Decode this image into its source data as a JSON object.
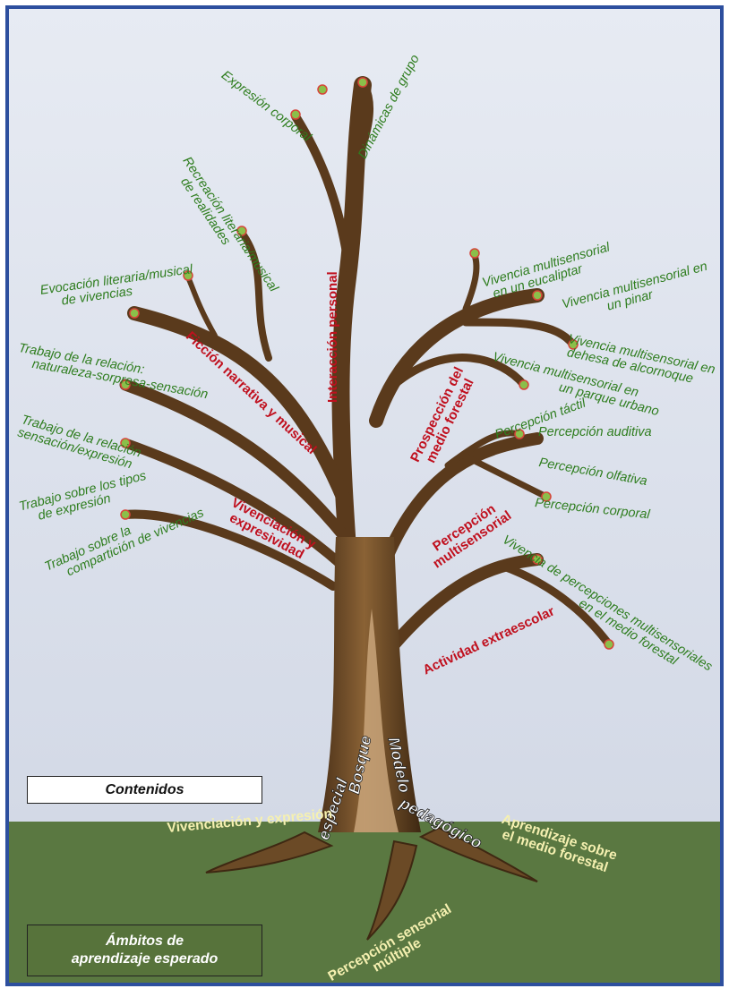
{
  "colors": {
    "sky": "#dfe4ef",
    "ground": "#5a7841",
    "frame": "#2d4f9e",
    "bark": "#6b4a26",
    "bark_light": "#c9a57a",
    "leaf_text": "#2e7d1e",
    "branch_text": "#c0101e",
    "root_text": "#f5f0b0"
  },
  "boxes": {
    "contenidos": "Contenidos",
    "ambitos_line1": "Ámbitos de",
    "ambitos_line2": "aprendizaje esperado"
  },
  "trunk_labels": {
    "bosque": "Bosque",
    "especial": "especial",
    "modelo": "Modelo",
    "pedagogico": "pedagógico"
  },
  "branch_labels": {
    "interaccion": "Interacción personal",
    "ficcion": "Ficción narrativa y musical",
    "vivenciacion_1": "Vivenciación y",
    "vivenciacion_2": "expresividad",
    "prospeccion_1": "Prospección del",
    "prospeccion_2": "medio forestal",
    "percepcion_1": "Percepción",
    "percepcion_2": "multisensorial",
    "actividad": "Actividad extraescolar"
  },
  "leaf_labels": {
    "expresion_corporal": "Expresión corporal",
    "dinamicas": "Dinámicas de grupo",
    "recreacion_1": "Recreación literaria/musical",
    "recreacion_2": "de realidades",
    "evocacion_1": "Evocación literaria/musical",
    "evocacion_2": "de vivencias",
    "relacion_nat_1": "Trabajo de la relación:",
    "relacion_nat_2": "naturaleza-sorpresa-sensación",
    "relacion_sens_1": "Trabajo de la relación",
    "relacion_sens_2": "sensación/expresión",
    "tipos_1": "Trabajo sobre los tipos",
    "tipos_2": "de expresión",
    "compartir_1": "Trabajo sobre la",
    "compartir_2": "compartición de vivencias",
    "eucaliptar_1": "Vivencia multisensorial",
    "eucaliptar_2": "en un eucaliptar",
    "pinar_1": "Vivencia multisensorial en",
    "pinar_2": "un pinar",
    "alcornoque_1": "Vivencia multisensorial en",
    "alcornoque_2": "dehesa de alcornoque",
    "parque_1": "Vivencia multisensorial en",
    "parque_2": "un parque urbano",
    "tactil": "Percepción táctil",
    "auditiva": "Percepción auditiva",
    "olfativa": "Percepción olfativa",
    "corporal": "Percepción corporal",
    "medio_1": "Vivencia de percepciones multisensoriales",
    "medio_2": "en el medio forestal"
  },
  "root_labels": {
    "vivenciacion": "Vivenciación y expresión",
    "aprendizaje_1": "Aprendizaje sobre",
    "aprendizaje_2": "el medio forestal",
    "percepcion_1": "Percepción sensorial",
    "percepcion_2": "múltiple"
  }
}
